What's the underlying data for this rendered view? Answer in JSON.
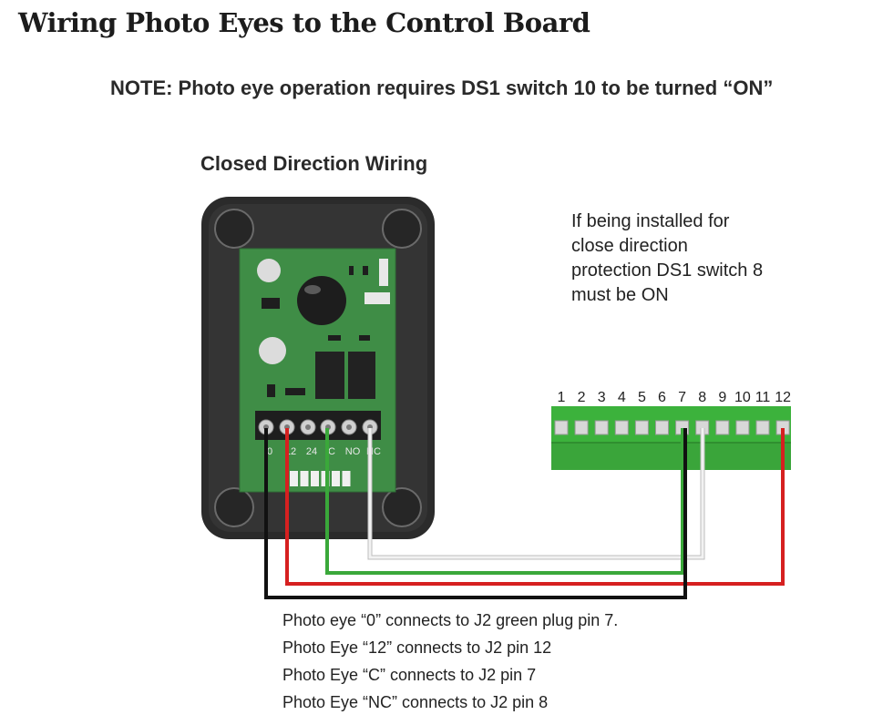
{
  "title": "Wiring Photo Eyes to the Control Board",
  "note": "NOTE: Photo eye operation requires DS1 switch 10 to be turned “ON”",
  "subtitle": "Closed Direction Wiring",
  "side_note": [
    "If being installed for",
    "close direction",
    "protection DS1 switch 8",
    "must be ON"
  ],
  "photo_eye": {
    "terminal_labels": [
      "0",
      "12",
      "24",
      "C",
      "NO",
      "NC"
    ]
  },
  "green_plug": {
    "pin_labels": [
      "1",
      "2",
      "3",
      "4",
      "5",
      "6",
      "7",
      "8",
      "9",
      "10",
      "11",
      "12"
    ]
  },
  "connections": [
    "Photo eye “0” connects to J2 green plug pin 7.",
    "Photo Eye “12” connects to J2 pin 12",
    "Photo Eye “C” connects to J2 pin 7",
    "Photo Eye “NC” connects to J2 pin 8"
  ],
  "colors": {
    "housing": "#2b2b2b",
    "pcb": "#3f8d46",
    "terminal_block": "#1e1e1e",
    "plug": "#3cb23c",
    "wire_black": "#111111",
    "wire_red": "#d62020",
    "wire_green": "#3aa83a",
    "wire_white": "#e6e6e6"
  }
}
